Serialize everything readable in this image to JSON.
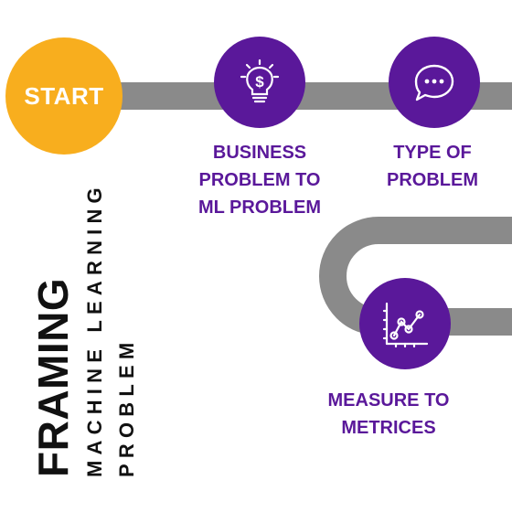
{
  "start": {
    "label": "START"
  },
  "steps": [
    {
      "icon": "lightbulb-dollar-icon",
      "label": "BUSINESS\nPROBLEM TO\nML PROBLEM"
    },
    {
      "icon": "speech-bubble-icon",
      "label": "TYPE OF\nPROBLEM"
    },
    {
      "icon": "line-chart-icon",
      "label": "MEASURE TO\nMETRICES"
    }
  ],
  "title": {
    "main": "FRAMING",
    "line1": "MACHINE LEARNING",
    "line2": "PROBLEM"
  },
  "colors": {
    "accent": "#5A189A",
    "start": "#F8AE1E",
    "road": "#8A8A8A",
    "text": "#111111"
  }
}
